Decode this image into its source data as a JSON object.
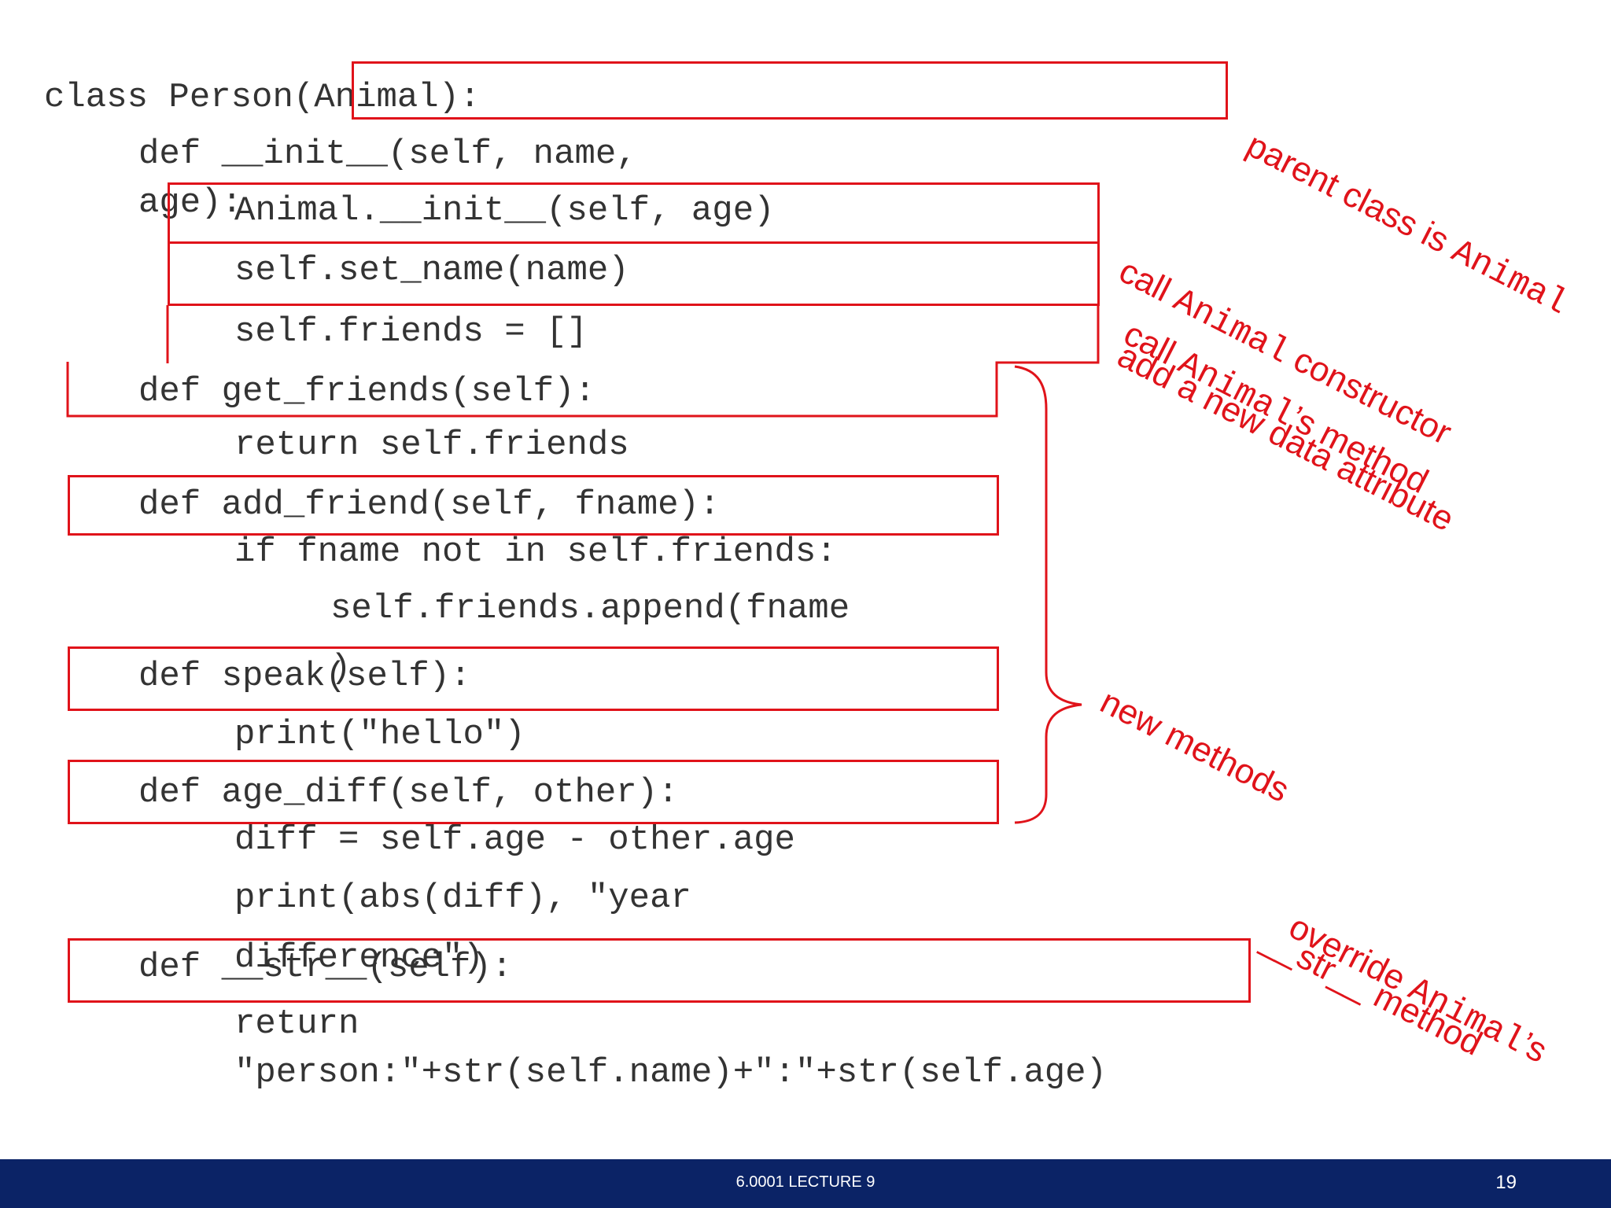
{
  "code_lines": {
    "l1": "class Person(Animal):",
    "l2": "def __init__(self, name,",
    "l3": "age):",
    "l4": "Animal.__init__(self, age)",
    "l5": "self.set_name(name)",
    "l6": "self.friends = []",
    "l7": "def get_friends(self):",
    "l8": "return self.friends",
    "l9": "def add_friend(self, fname):",
    "l10": "if fname not in self.friends:",
    "l11": "self.friends.append(fname",
    "l12": ")",
    "l13": "def speak(self):",
    "l14": "print(\"hello\")",
    "l15": "def age_diff(self, other):",
    "l16": "diff = self.age - other.age",
    "l17": "print(abs(diff), \"year",
    "l18": "difference\")",
    "l19": "def __str__(self):",
    "l20": "return",
    "l21": "\"person:\"+str(self.name)+\":\"+str(self.age)"
  },
  "annotations": {
    "parent": {
      "pre": "parent class is ",
      "mono": "Animal"
    },
    "constructor": {
      "pre": "call ",
      "mono": "Animal",
      "post": " constructor"
    },
    "method": {
      "pre": "call ",
      "mono": "Animal",
      "post": "’s method"
    },
    "data_attr": "add a new data attribute",
    "new_methods": "new methods",
    "override_line1": {
      "pre": "override ",
      "mono": "Animal",
      "post": "’s"
    },
    "override_line2": "__str__ method"
  },
  "footer": {
    "title": "6.0001 LECTURE 9",
    "page": "19"
  },
  "colors": {
    "annotation_red": "#e0131a",
    "footer_navy": "#0b2366",
    "code_gray": "#333333"
  }
}
